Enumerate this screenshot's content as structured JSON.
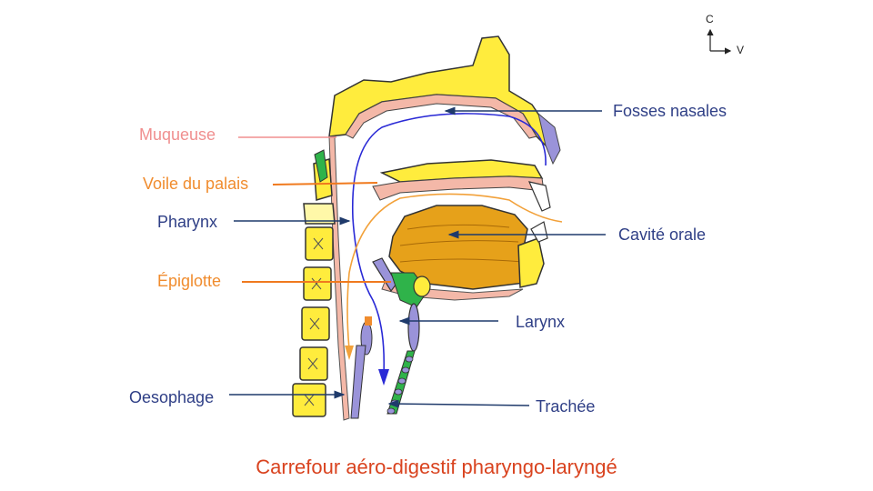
{
  "title": "Carrefour aéro-digestif pharyngo-laryngé",
  "orientation": {
    "up": "C",
    "right": "V"
  },
  "labels": {
    "muqueuse": "Muqueuse",
    "voile": "Voile du palais",
    "pharynx": "Pharynx",
    "epiglotte": "Épiglotte",
    "oesophage": "Oesophage",
    "fosses": "Fosses nasales",
    "cavite": "Cavité orale",
    "larynx": "Larynx",
    "trachee": "Trachée"
  },
  "colors": {
    "bone": "#ffec3d",
    "mucosa": "#f4b8a8",
    "tongue": "#e6a11a",
    "cartilage": "#9a93d9",
    "muscle": "#2fb34a",
    "air_path": "#2a2ad6",
    "food_path": "#f2a13a",
    "pointer_navy": "#1f3a6b",
    "pointer_orange": "#f07a1e",
    "pointer_pink": "#f08f8f"
  }
}
